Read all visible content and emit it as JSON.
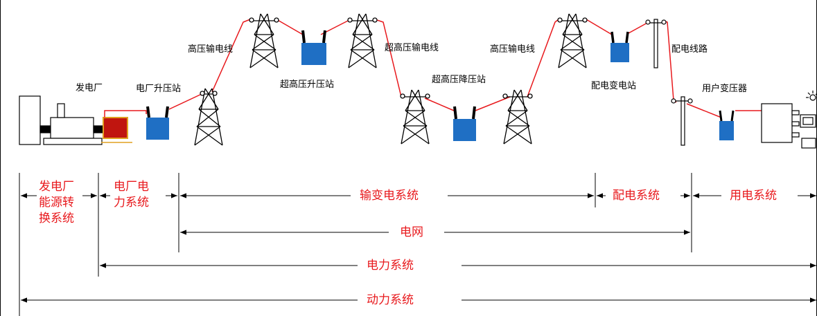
{
  "colors": {
    "accent_red": "#e8191d",
    "transformer_blue": "#1f6fc4",
    "generator_red": "#c0150f"
  },
  "diagram": {
    "labels": {
      "power_plant": "发电厂",
      "plant_step_up": "电厂升压站",
      "hv_line_1": "高压输电线",
      "ehv_step_up": "超高压升压站",
      "ehv_line": "超高压输电线",
      "ehv_step_down": "超高压降压站",
      "hv_line_2": "高压输电线",
      "dist_substation": "配电变电站",
      "dist_line": "配电线路",
      "user_transformer": "用户变压器"
    },
    "systems": {
      "plant_energy_conversion": "发电厂\n能源转\n换系统",
      "plant_electrical": "电厂电\n力系统",
      "transmission": "输变电系统",
      "distribution": "配电系统",
      "consumption": "用电系统",
      "grid": "电网",
      "electric_power_system": "电力系统",
      "power_system": "动力系统"
    }
  }
}
